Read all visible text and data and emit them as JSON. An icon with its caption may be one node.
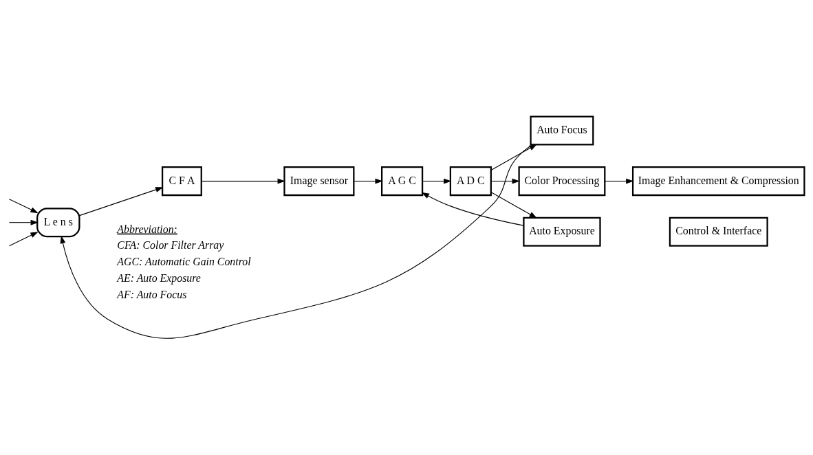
{
  "diagram": {
    "nodes": [
      {
        "text": [
          "L e n s"
        ]
      },
      {
        "text": [
          "C F A"
        ]
      },
      {
        "text": [
          "Image sensor"
        ]
      },
      {
        "text": [
          "A G C"
        ]
      },
      {
        "text": [
          "A D C"
        ]
      },
      {
        "text": [
          "Auto Focus"
        ]
      },
      {
        "text": [
          "Color Processing"
        ]
      },
      {
        "text": [
          "Auto Exposure"
        ]
      },
      {
        "text": [
          "Image Enhancement & Compression"
        ]
      },
      {
        "text": [
          "Control & Interface"
        ]
      }
    ],
    "edges": [
      {
        "from": null,
        "to": 0,
        "arrow": "to"
      },
      {
        "from": null,
        "to": 0,
        "arrow": "to"
      },
      {
        "from": null,
        "to": 0,
        "arrow": "to"
      },
      {
        "from": 5,
        "to": 0,
        "arrow": "to"
      },
      {
        "from": 0,
        "to": 1,
        "arrow": "to"
      },
      {
        "from": 1,
        "to": 2,
        "arrow": "to"
      },
      {
        "from": 2,
        "to": 3,
        "arrow": "to"
      },
      {
        "from": 3,
        "to": 4,
        "arrow": "to"
      },
      {
        "from": 4,
        "to": 6,
        "arrow": "to"
      },
      {
        "from": 4,
        "to": 5,
        "arrow": "to"
      },
      {
        "from": 4,
        "to": 7,
        "arrow": "to"
      },
      {
        "from": 7,
        "to": 3,
        "arrow": "to"
      },
      {
        "from": 6,
        "to": 8,
        "arrow": "to"
      }
    ],
    "labels": [
      "Abbreviation:",
      "CFA: Color Filter Array",
      "AGC: Automatic Gain Control",
      "AE: Auto Exposure",
      "AF: Auto Focus"
    ]
  }
}
